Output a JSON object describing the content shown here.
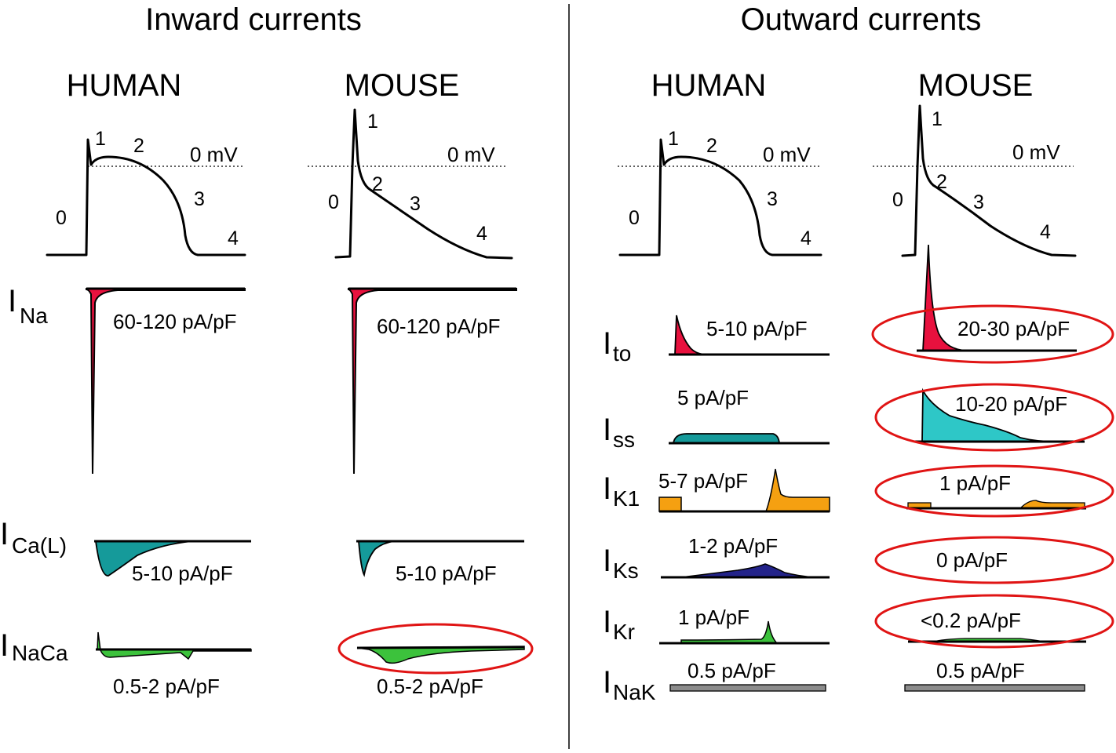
{
  "panels": {
    "inward": {
      "title": "Inward currents",
      "human_label": "HUMAN",
      "mouse_label": "MOUSE"
    },
    "outward": {
      "title": "Outward currents",
      "human_label": "HUMAN",
      "mouse_label": "MOUSE"
    }
  },
  "action_potential": {
    "zero_mv": "0 mV",
    "phases": [
      "0",
      "1",
      "2",
      "3",
      "4"
    ]
  },
  "inward_currents": [
    {
      "symbol": "I",
      "subscript": "Na",
      "human": "60-120 pA/pF",
      "mouse": "60-120 pA/pF",
      "color": "#e8113e",
      "mouse_highlighted": false
    },
    {
      "symbol": "I",
      "subscript": "Ca(L)",
      "human": "5-10 pA/pF",
      "mouse": "5-10 pA/pF",
      "color": "#159a9a",
      "mouse_highlighted": false
    },
    {
      "symbol": "I",
      "subscript": "NaCa",
      "human": "0.5-2 pA/pF",
      "mouse": "0.5-2 pA/pF",
      "color": "#3cc23c",
      "mouse_highlighted": true
    }
  ],
  "outward_currents": [
    {
      "symbol": "I",
      "subscript": "to",
      "human": "5-10 pA/pF",
      "mouse": "20-30 pA/pF",
      "color": "#e8113e",
      "mouse_highlighted": true
    },
    {
      "symbol": "I",
      "subscript": "ss",
      "human": "5 pA/pF",
      "mouse": "10-20 pA/pF",
      "color": "#159a9a",
      "mouse_highlighted": true
    },
    {
      "symbol": "I",
      "subscript": "K1",
      "human": "5-7 pA/pF",
      "mouse": "1 pA/pF",
      "color": "#f5a011",
      "mouse_highlighted": true
    },
    {
      "symbol": "I",
      "subscript": "Ks",
      "human": "1-2 pA/pF",
      "mouse": "0 pA/pF",
      "color": "#23238a",
      "mouse_highlighted": true
    },
    {
      "symbol": "I",
      "subscript": "Kr",
      "human": "1 pA/pF",
      "mouse": "<0.2 pA/pF",
      "color": "#3cc23c",
      "mouse_highlighted": true
    },
    {
      "symbol": "I",
      "subscript": "NaK",
      "human": "0.5 pA/pF",
      "mouse": "0.5 pA/pF",
      "color": "#8c8c8c",
      "mouse_highlighted": false
    }
  ],
  "colors": {
    "highlight_ring": "#e01414",
    "trace": "#000000",
    "fill_ss": "#2ec7c7"
  }
}
